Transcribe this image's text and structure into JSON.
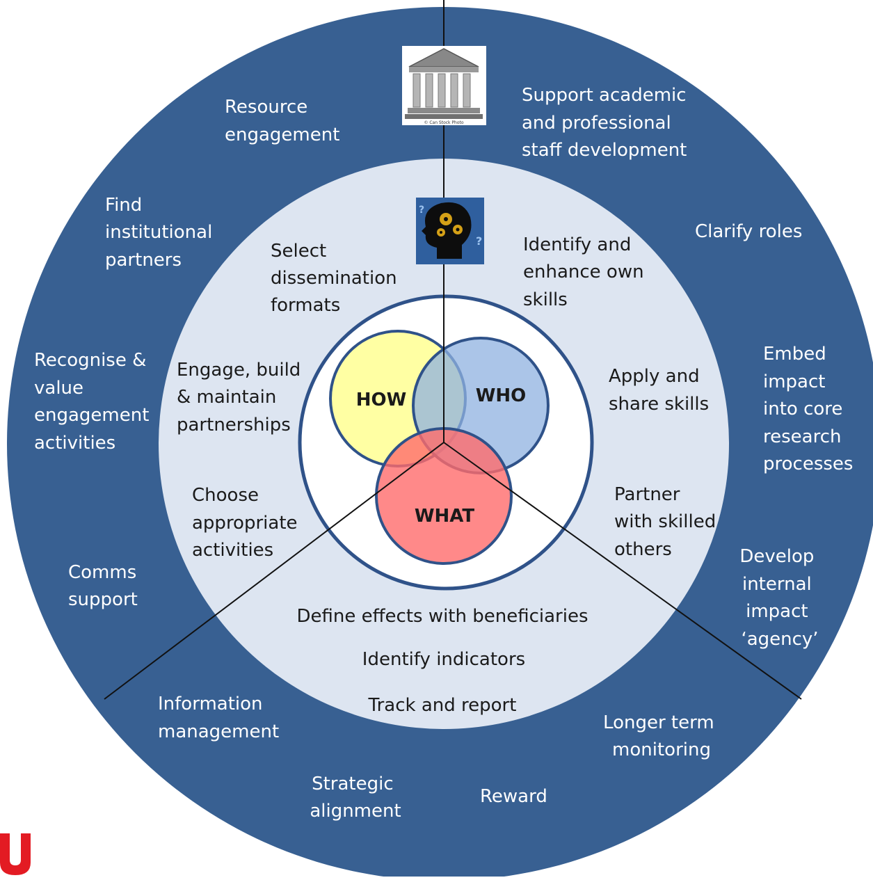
{
  "colors": {
    "outer_ring": "#386092",
    "middle_ring": "#dde5f1",
    "inner_circle": "#ffffff",
    "how": "#ffff99",
    "who": "#a9c4e8",
    "what": "#ff7f7f",
    "logo": "#e31b23"
  },
  "outer_ring_labels": {
    "resource_engagement": [
      "Resource",
      "engagement"
    ],
    "support_staff_development": [
      "Support academic",
      "and  professional",
      "staff development"
    ],
    "find_partners": [
      "Find",
      "institutional",
      "partners"
    ],
    "clarify_roles": [
      "Clarify roles"
    ],
    "recognise_value": [
      "Recognise &",
      "value",
      "engagement",
      "activities"
    ],
    "embed_impact": [
      "Embed",
      "impact",
      "into core",
      "research",
      "processes"
    ],
    "comms_support": [
      "Comms",
      "support"
    ],
    "develop_agency": [
      "Develop",
      "internal",
      "impact",
      "‘agency’"
    ],
    "information_management": [
      "Information",
      "management"
    ],
    "longer_term_monitoring": [
      "Longer term",
      "monitoring"
    ],
    "strategic_alignment": [
      "Strategic",
      "alignment"
    ],
    "reward": [
      "Reward"
    ]
  },
  "middle_ring_labels": {
    "select_formats": [
      "Select",
      "dissemination",
      "formats"
    ],
    "identify_skills": [
      "Identify and",
      "enhance own",
      "skills"
    ],
    "engage_partnerships": [
      "Engage, build",
      "& maintain",
      "partnerships"
    ],
    "apply_share": [
      "Apply and",
      "share skills"
    ],
    "choose_activities": [
      "Choose",
      "appropriate",
      "activities"
    ],
    "partner_skilled": [
      "Partner",
      "with skilled",
      "others"
    ],
    "define_effects": [
      "Define effects with beneficiaries"
    ],
    "identify_indicators": [
      "Identify indicators"
    ],
    "track_report": [
      "Track and report"
    ]
  },
  "venn": {
    "how": "HOW",
    "who": "WHO",
    "what": "WHAT"
  },
  "icons": {
    "institution": "building-columns-icon",
    "head": "head-gears-icon",
    "logo": "red-logo-mark",
    "institution_caption": "© Can Stock Photo"
  }
}
